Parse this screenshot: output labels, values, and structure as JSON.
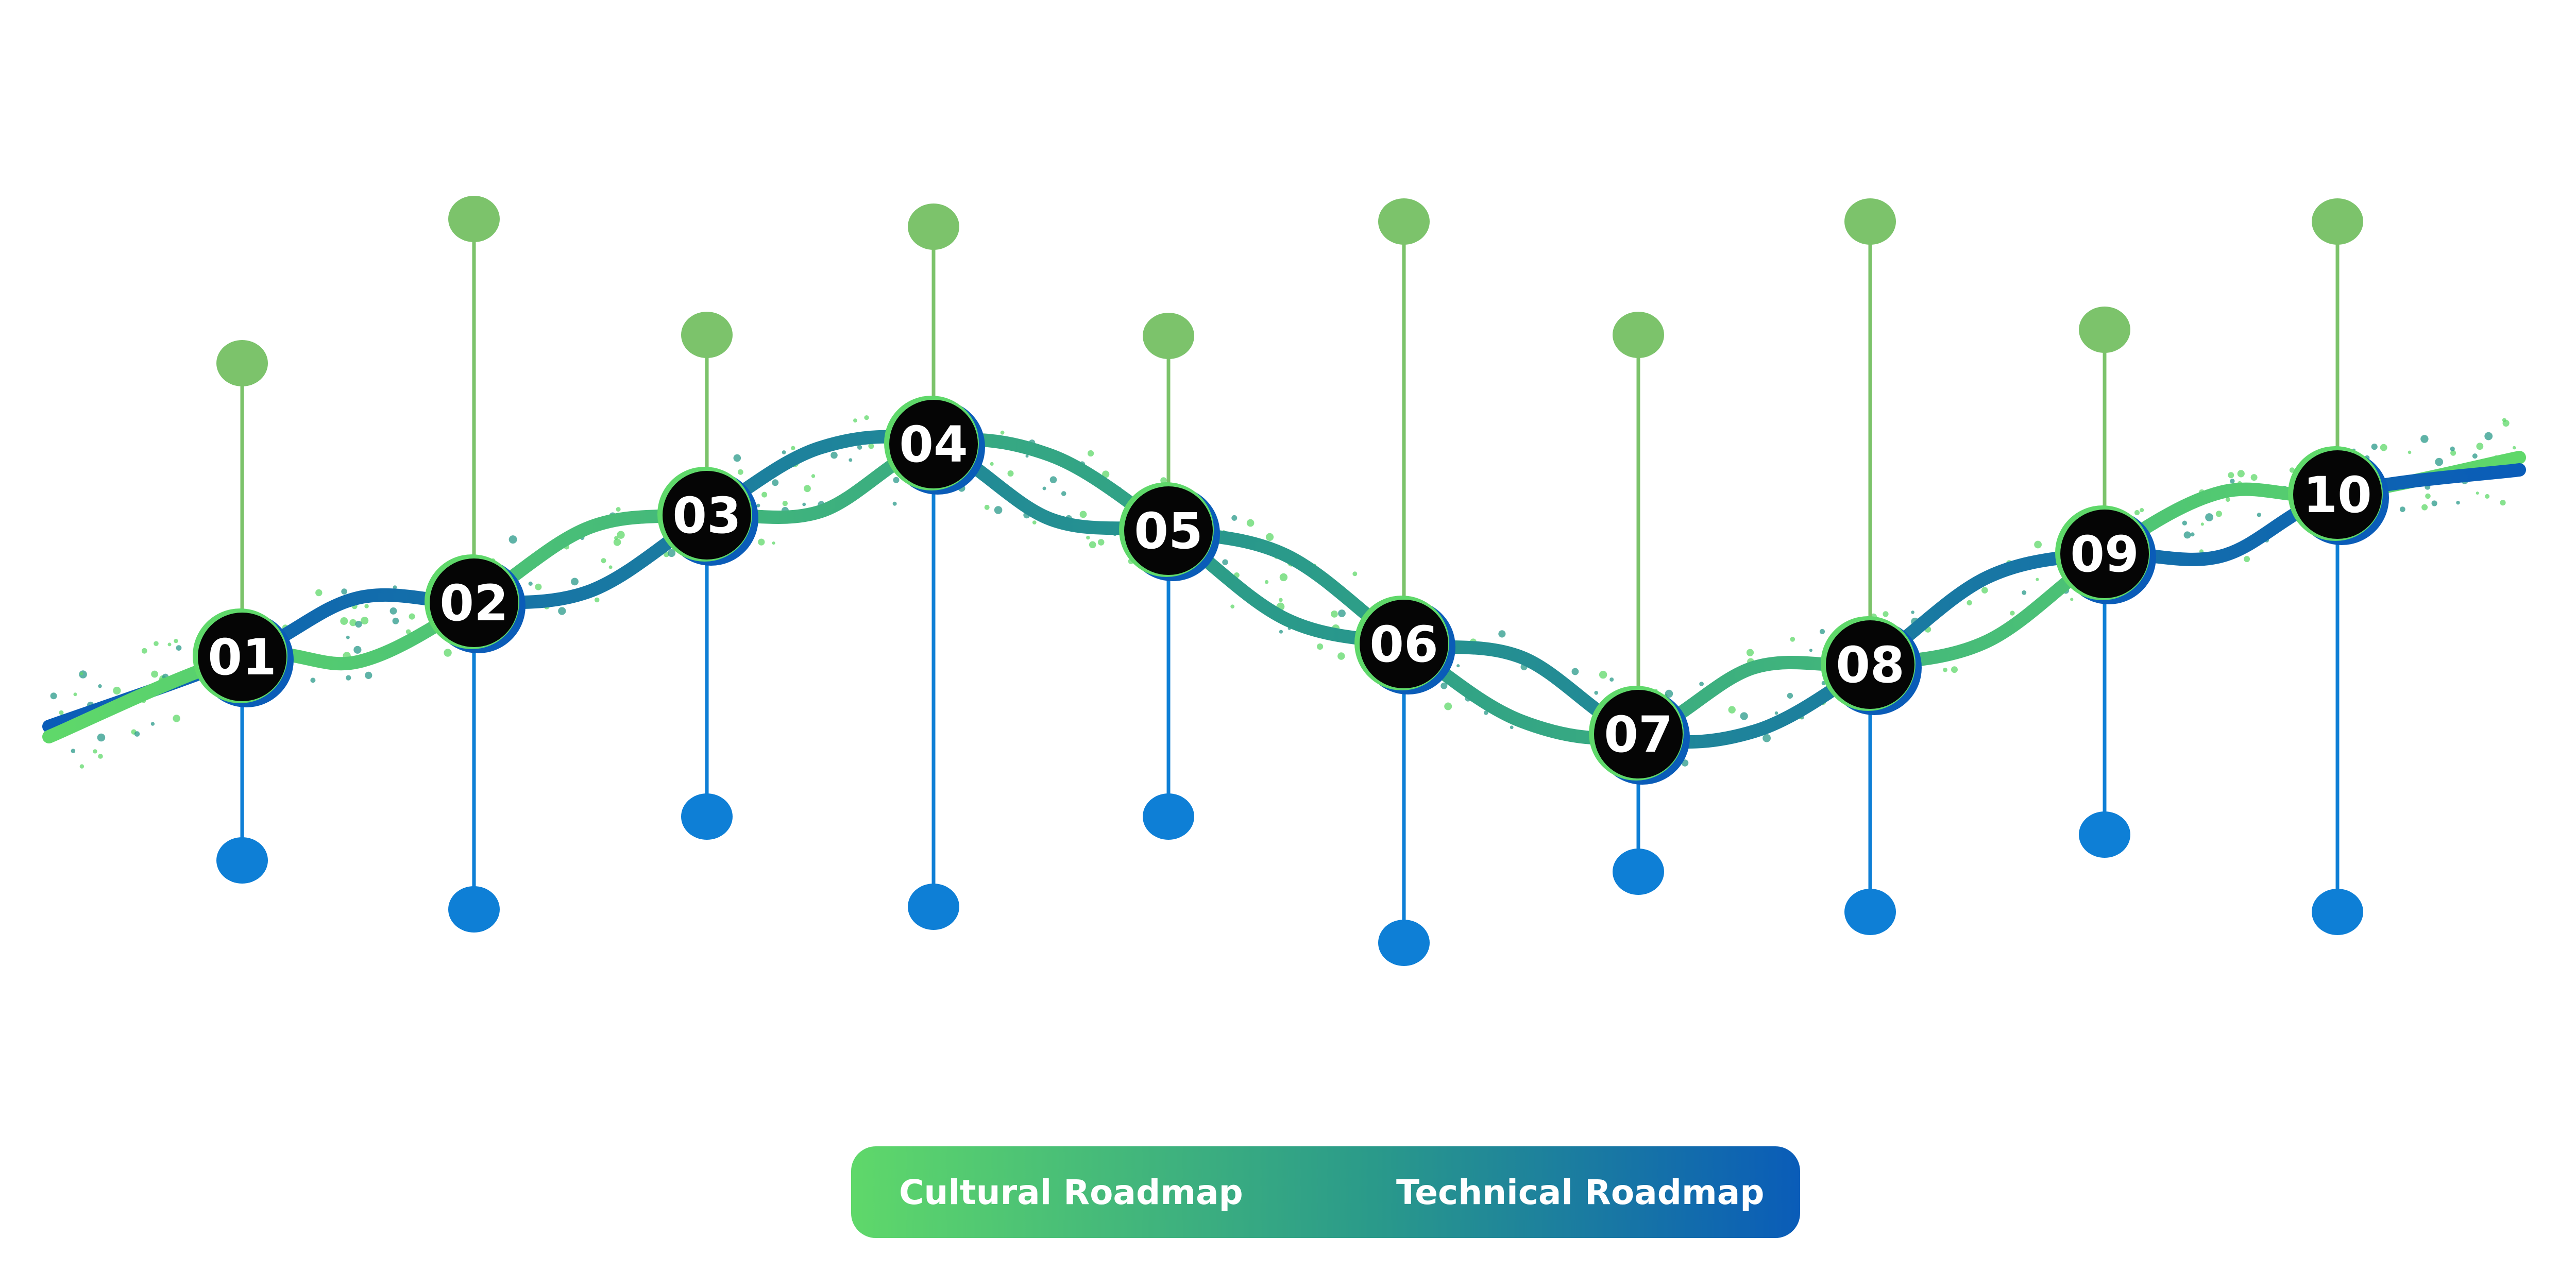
{
  "milestones": [
    {
      "label": "01"
    },
    {
      "label": "02"
    },
    {
      "label": "03"
    },
    {
      "label": "04"
    },
    {
      "label": "05"
    },
    {
      "label": "06"
    },
    {
      "label": "07"
    },
    {
      "label": "08"
    },
    {
      "label": "09"
    },
    {
      "label": "10"
    }
  ],
  "legend": {
    "cultural_label": "Cultural Roadmap",
    "technical_label": "Technical Roadmap"
  },
  "colors": {
    "green": "#5fd86a",
    "green_dot": "#7cc36b",
    "blue": "#0a5cb8",
    "blue_dot": "#0e7fd6",
    "teal": "#2a9a8a",
    "node": "#050505"
  }
}
